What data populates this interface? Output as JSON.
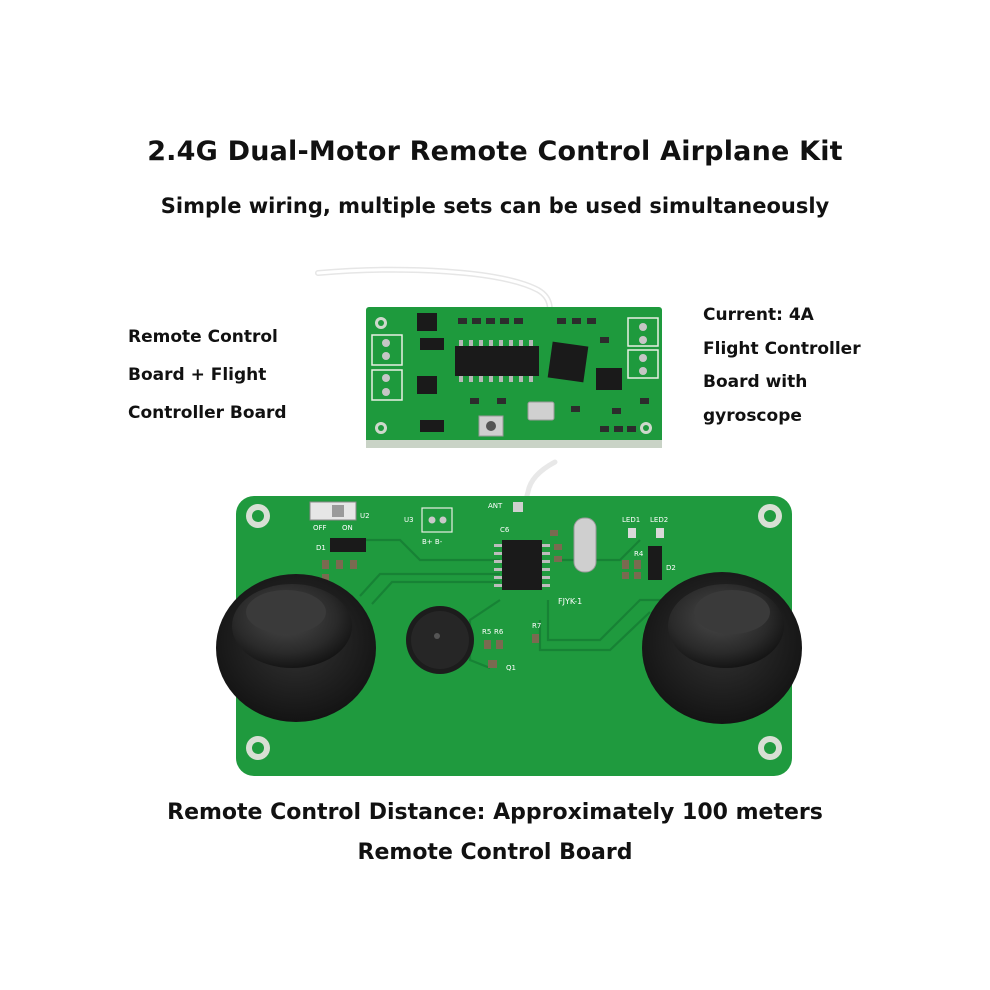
{
  "header": {
    "title": "2.4G Dual-Motor Remote Control Airplane Kit",
    "subtitle": "Simple wiring, multiple sets can be used simultaneously"
  },
  "left_caption": {
    "lines": [
      "Remote Control",
      "Board + Flight",
      "Controller Board"
    ]
  },
  "right_caption": {
    "lines": [
      "Current: 4A",
      "Flight Controller",
      "Board with",
      "gyroscope"
    ]
  },
  "bottom_caption": {
    "line1": "Remote Control Distance: Approximately 100 meters",
    "line2": "Remote Control Board"
  },
  "pcb_silkscreen": {
    "switch_off": "OFF",
    "switch_on": "ON",
    "switch_ref": "U2",
    "u3": "U3",
    "battery": "B+  B-",
    "antenna": "ANT",
    "led1": "LED1",
    "led2": "LED2",
    "board_name": "FJYK-1",
    "c6": "C6",
    "d1": "D1",
    "d2": "D2",
    "r5": "R5",
    "r6": "R6",
    "r7": "R7",
    "r4": "R4",
    "q1": "Q1"
  },
  "colors": {
    "pcb_green": "#1f9a3e",
    "pcb_green_dark": "#167a30",
    "joystick": "#2a2a2a"
  }
}
